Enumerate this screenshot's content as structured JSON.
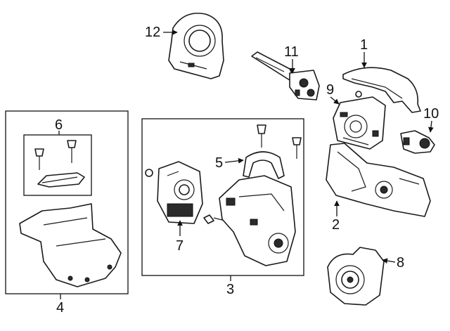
{
  "callouts": [
    {
      "id": "1",
      "label": "1"
    },
    {
      "id": "2",
      "label": "2"
    },
    {
      "id": "3",
      "label": "3"
    },
    {
      "id": "4",
      "label": "4"
    },
    {
      "id": "5",
      "label": "5"
    },
    {
      "id": "6",
      "label": "6"
    },
    {
      "id": "7",
      "label": "7"
    },
    {
      "id": "8",
      "label": "8"
    },
    {
      "id": "9",
      "label": "9"
    },
    {
      "id": "10",
      "label": "10"
    },
    {
      "id": "11",
      "label": "11"
    },
    {
      "id": "12",
      "label": "12"
    }
  ],
  "colors": {
    "line": "#1a1a1a",
    "fill": "#ffffff",
    "shade": "#2b2b2b"
  }
}
